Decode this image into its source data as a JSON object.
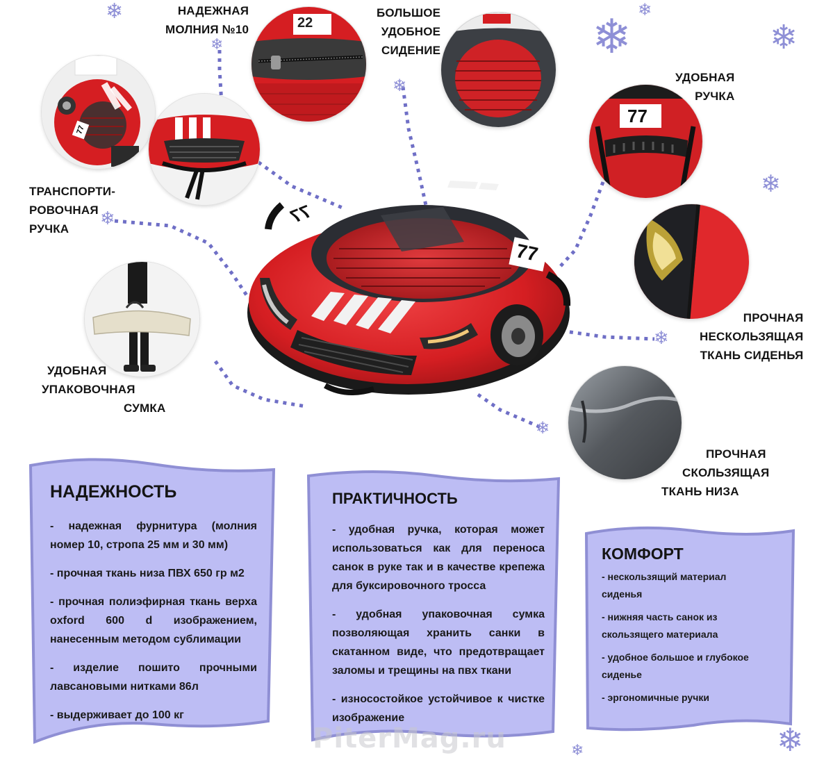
{
  "callouts": {
    "zipper": [
      "НАДЕЖНАЯ",
      "МОЛНИЯ №10"
    ],
    "seat": [
      "БОЛЬШОЕ",
      "УДОБНОЕ",
      "СИДЕНИЕ"
    ],
    "handle": [
      "УДОБНАЯ",
      "РУЧКА"
    ],
    "transport": [
      "ТРАНСПОРТИ-",
      "РОВОЧНАЯ",
      "РУЧКА"
    ],
    "bag": [
      "УДОБНАЯ",
      "УПАКОВОЧНАЯ",
      "СУМКА"
    ],
    "fabric": [
      "ПРОЧНАЯ",
      "НЕСКОЛЬЗЯЩАЯ",
      "ТКАНЬ СИДЕНЬЯ"
    ],
    "bottom": [
      "ПРОЧНАЯ",
      "СКОЛЬЗЯЩАЯ",
      "ТКАНЬ НИЗА"
    ]
  },
  "numbers": {
    "tube_left": "77",
    "tube_right": "77",
    "handle_photo": "77",
    "zipper_photo": "22",
    "transport_photo": "77"
  },
  "panels": {
    "reliability": {
      "title": "НАДЕЖНОСТЬ",
      "items": [
        "- надежная фурнитура (молния номер 10, стропа 25 мм и 30 мм)",
        "- прочная ткань низа ПВХ 650 гр м2",
        "- прочная полиэфирная ткань верха oxford 600 d изображением, нанесенным методом сублимации",
        "- изделие пошито прочными лавсановыми нитками 86л",
        "- выдерживает до 100 кг"
      ]
    },
    "practicality": {
      "title": "ПРАКТИЧНОСТЬ",
      "items": [
        "- удобная ручка, которая может использоваться как для переноса санок в руке так и в качестве крепежа для буксировочного тросса",
        "- удобная упаковочная сумка позволяющая хранить санки в скатанном виде, что предотвращает заломы и трещины на пвх ткани",
        "- износостойкое устойчивое к чистке изображение"
      ]
    },
    "comfort": {
      "title": "КОМФОРТ",
      "items": [
        "- нескользящий материал сиденья",
        "- нижняя часть санок из скользящего материала",
        "- удобное большое и глубокое сиденье",
        "- эргономичные ручки"
      ]
    }
  },
  "watermark": "PiterMag.ru",
  "colors": {
    "panel_fill": "#bdbdf4",
    "panel_stroke": "#8f8fd4",
    "dots": "#6f6fc6",
    "tube_red": "#d51e22",
    "snowflake": "#8e8fd6"
  }
}
